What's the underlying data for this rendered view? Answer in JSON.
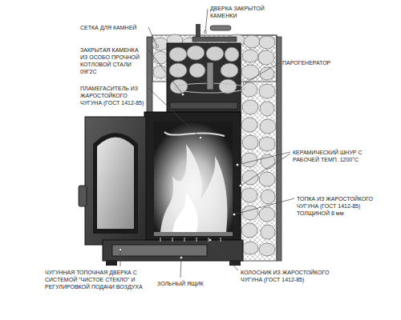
{
  "diagram": {
    "labels": [
      "ДВЕРКА ЗАКРЫТОЙ КАМЕНКИ",
      "СЕТКА ДЛЯ КАМНЕЙ",
      "ЗАКРЫТАЯ КАМЕНКА ИЗ ОСОБО ПРОЧНОЙ КОТЛОВОЙ СТАЛИ 09Г2С",
      "ПАРОГЕНЕРАТОР",
      "ПЛАМЕГАСИТЕЛЬ ИЗ ЖАРОСТОЙКОГО ЧУГУНА (ГОСТ 1412-85)",
      "КЕРАМИЧЕСКИЙ ШНУР С РАБОЧЕЙ ТЕМП. 1200°С",
      "ТОПКА ИЗ ЖАРОСТОЙКОГО ЧУГУНА (ГОСТ 1412-85) ТОЛЩИНОЙ 8 мм",
      "ЧУГУННАЯ ТОПОЧНАЯ ДВЕРКА С СИСТЕМОЙ \"ЧИСТОЕ СТЕКЛО\" И РЕГУЛИРОВКОЙ ПОДАЧИ ВОЗДУХА",
      "ЗОЛЬНЫЙ ЯЩИК",
      "КОЛОСНИК ИЗ ЖАРОСТОЙКОГО ЧУГУНА (ГОСТ 1412-85)"
    ]
  }
}
